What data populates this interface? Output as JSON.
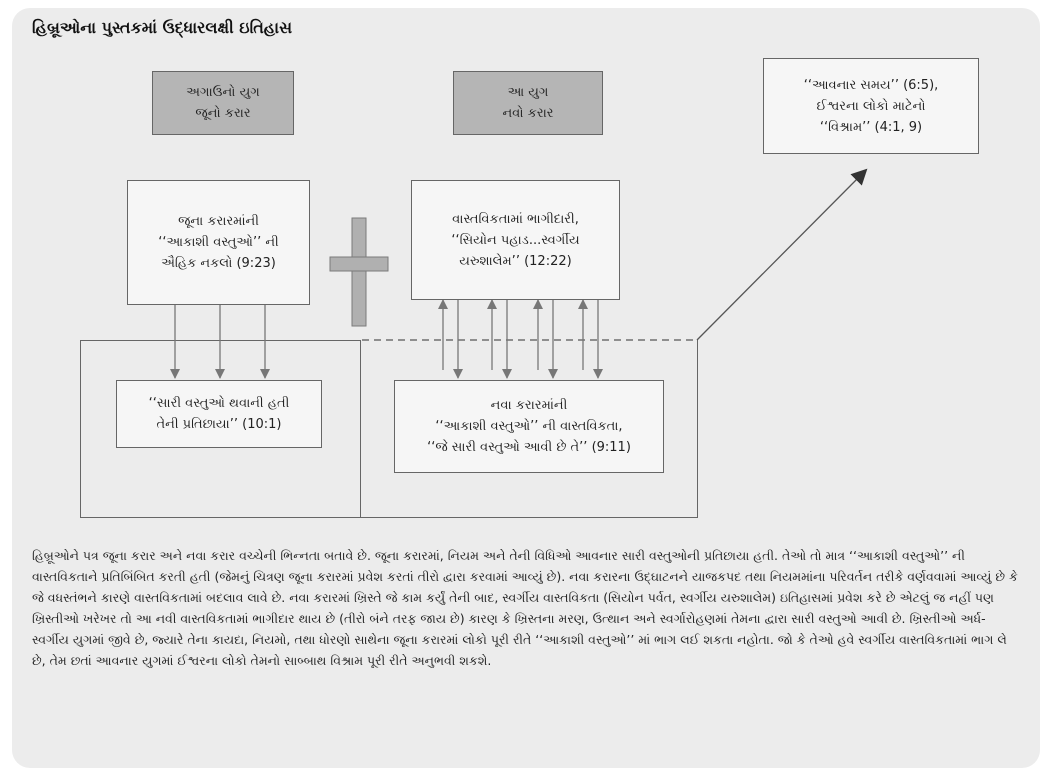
{
  "title": "હિબ્રૂઓના પુસ્તકમાં ઉદ્ધારલક્ષી ઇતિહાસ",
  "boxes": {
    "prior_age": [
      "અગાઉનો યુગ",
      "જૂનો કરાર"
    ],
    "this_age": [
      "આ યુગ",
      "નવો કરાર"
    ],
    "coming": [
      "‘‘આવનાર સમય’’ (6:5),",
      "ઈશ્વરના લોકો માટેનો",
      "‘‘વિશ્રામ’’ (4:1, 9)"
    ],
    "old_copies": [
      "જૂના કરારમાંની",
      "‘‘આકાશી વસ્તુઓ’’ ની",
      "ઐહિક નકલો (9:23)"
    ],
    "participation": [
      "વાસ્તવિકતામાં ભાગીદારી,",
      "‘‘સિયોન પહાડ...સ્વર્ગીય",
      "યરુશાલેમ’’ (12:22)"
    ],
    "shadow": [
      "‘‘સારી વસ્તુઓ થવાની હતી",
      "તેની પ્રતિછાયા’’ (10:1)"
    ],
    "reality": [
      "નવા કરારમાંની",
      "‘‘આકાશી વસ્તુઓ’’ ની વાસ્તવિકતા,",
      "‘‘જે સારી વસ્તુઓ આવી છે તે’’ (9:11)"
    ]
  },
  "colors": {
    "panel": "#ececec",
    "box_gray": "#b5b5b5",
    "cross": "#b0b0b0",
    "line": "#555555"
  },
  "paragraph": "હિબ્રૂઓને પત્ર જૂના કરાર અને નવા કરાર વચ્ચેની ભિન્નતા બતાવે છે. જૂના કરારમાં, નિયમ અને તેની વિધિઓ આવનાર સારી વસ્તુઓની પ્રતિછાયા હતી. તેઓ તો માત્ર ‘‘આકાશી વસ્તુઓ’’ ની વાસ્તવિકતાને પ્રતિબિંબિત કરતી હતી (જેમનું ચિત્રણ જૂના કરારમાં પ્રવેશ કરતાં તીરો દ્વારા કરવામાં આવ્યું છે). નવા કરારના ઉદ્ઘાટનને યાજકપદ તથા નિયમમાંના પરિવર્તન તરીકે વર્ણવવામાં આવ્યું છે કે જે વધસ્તંભને કારણે વાસ્તવિકતામાં બદલાવ લાવે છે. નવા કરારમાં ખ્રિસ્તે જે કામ કર્યું તેની બાદ, સ્વર્ગીય વાસ્તવિકતા (સિયોન પર્વત, સ્વર્ગીય યરુશાલેમ) ઇતિહાસમાં પ્રવેશ કરે છે એટલું જ નહીં પણ ખ્રિસ્તીઓ ખરેખર તો આ નવી વાસ્તવિકતામાં ભાગીદાર થાય છે (તીરો બંને તરફ જાય છે) કારણ કે ખ્રિસ્તના મરણ, ઉત્થાન અને સ્વર્ગારોહણમાં તેમના દ્વારા સારી વસ્તુઓ આવી છે. ખ્રિસ્તીઓ અર્ધ-સ્વર્ગીય યુગમાં જીવે છે, જ્યારે તેના કાયદા, નિયમો, તથા ધોરણો સાથેના જૂના કરારમાં લોકો પૂરી રીતે ‘‘આકાશી વસ્તુઓ’’ માં ભાગ લઈ શકતા નહોતા. જો કે તેઓ હવે સ્વર્ગીય વાસ્તવિકતામાં ભાગ લે છે, તેમ છતાં આવનાર યુગમાં ઈશ્વરના લોકો તેમનો સાબ્બાથ વિશ્રામ પૂરી રીતે અનુભવી શકશે."
}
